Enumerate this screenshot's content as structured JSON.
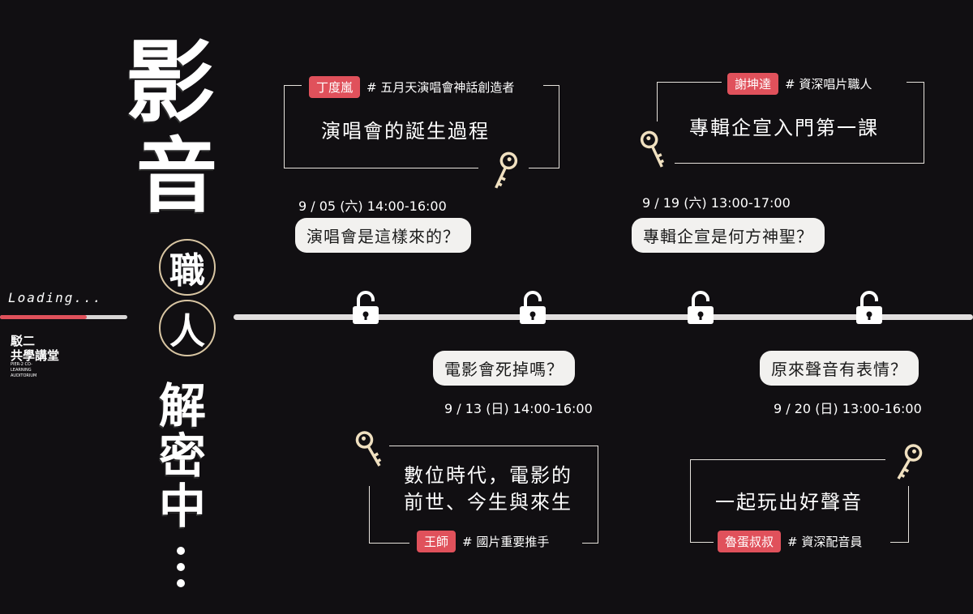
{
  "title_chars": [
    "影",
    "音",
    "職",
    "人",
    "解",
    "密",
    "中"
  ],
  "sidebar": {
    "loading_text": "Loading...",
    "progress_fraction": 0.68,
    "logo_line1": "駁二",
    "logo_line2": "共學講堂",
    "logo_small": "PIER-2 CO-LEARNING AUDITORIUM"
  },
  "colors": {
    "accent": "#e0515b",
    "background": "#110f12",
    "frame": "#e6e2dc",
    "circle": "#d9c6a3"
  },
  "sessions": [
    {
      "speaker": "丁度嵐",
      "speaker_tag": "# 五月天演唱會神話創造者",
      "course": "演唱會的誕生過程",
      "date": "9 / 05 (六) 14:00-16:00",
      "question": "演唱會是這樣來的？"
    },
    {
      "speaker": "謝坤達",
      "speaker_tag": "# 資深唱片職人",
      "course": "專輯企宣入門第一課",
      "date": "9 / 19 (六) 13:00-17:00",
      "question": "專輯企宣是何方神聖？"
    },
    {
      "speaker": "王師",
      "speaker_tag": "# 國片重要推手",
      "course_line1": "數位時代，電影的",
      "course_line2": "前世、今生與來生",
      "date": "9 / 13 (日) 14:00-16:00",
      "question": "電影會死掉嗎？"
    },
    {
      "speaker": "魯蛋叔叔",
      "speaker_tag": "# 資深配音員",
      "course": "一起玩出好聲音",
      "date": "9 / 20 (日) 13:00-16:00",
      "question": "原來聲音有表情？"
    }
  ],
  "icons": {
    "lock": "unlocked-padlock-icon",
    "key": "key-icon"
  }
}
